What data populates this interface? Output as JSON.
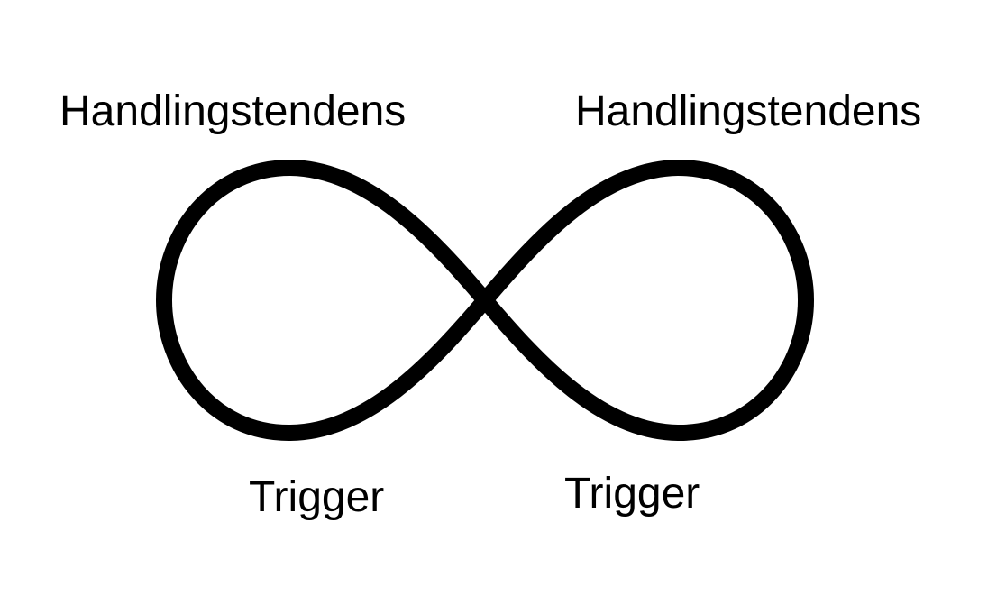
{
  "diagram": {
    "labels": {
      "top_left": "Handlingstendens",
      "top_right": "Handlingstendens",
      "bottom_left": "Trigger",
      "bottom_right": "Trigger"
    },
    "shape": "infinity-loop",
    "stroke_color": "#000000",
    "background_color": "#ffffff"
  }
}
